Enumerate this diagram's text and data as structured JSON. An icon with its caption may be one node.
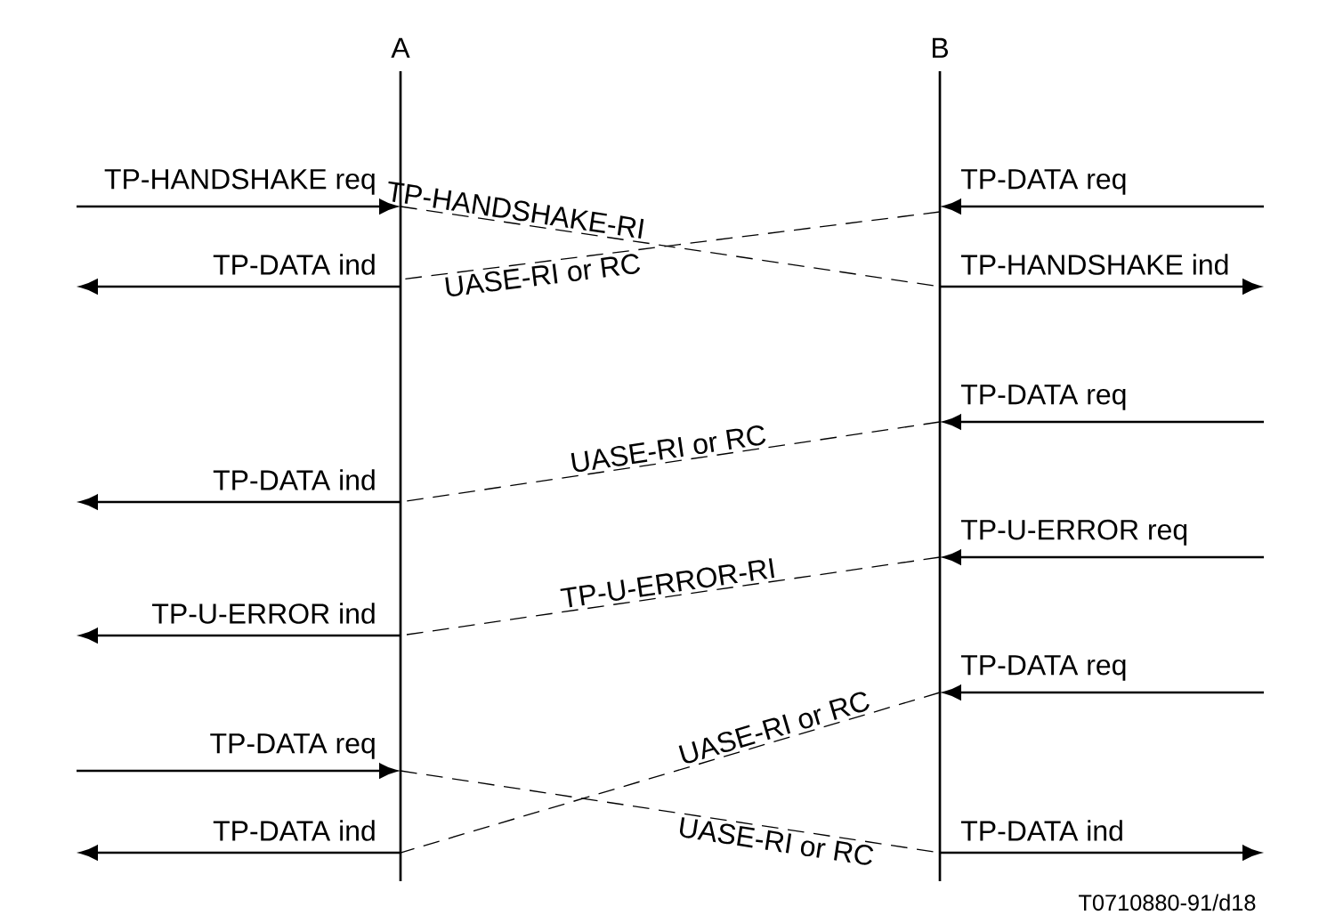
{
  "diagram": {
    "nodes": [
      {
        "text": [
          "A"
        ]
      },
      {
        "text": [
          "B"
        ]
      }
    ],
    "edges": [
      {
        "from": null,
        "to": 0,
        "arrow": "to",
        "label": "TP-HANDSHAKE req"
      },
      {
        "from": 0,
        "to": null,
        "arrow": "to",
        "label": "TP-DATA ind"
      },
      {
        "from": null,
        "to": 1,
        "arrow": "to",
        "label": "TP-DATA req"
      },
      {
        "from": 1,
        "to": null,
        "arrow": "to",
        "label": "TP-HANDSHAKE ind"
      },
      {
        "from": 0,
        "to": 1,
        "arrow": "none",
        "style": "dashed",
        "label": "TP-HANDSHAKE-RI"
      },
      {
        "from": 1,
        "to": 0,
        "arrow": "none",
        "style": "dashed",
        "label": "UASE-RI or RC"
      },
      {
        "from": null,
        "to": 1,
        "arrow": "to",
        "label": "TP-DATA req"
      },
      {
        "from": 1,
        "to": 0,
        "arrow": "none",
        "style": "dashed",
        "label": "UASE-RI or RC"
      },
      {
        "from": 0,
        "to": null,
        "arrow": "to",
        "label": "TP-DATA ind"
      },
      {
        "from": null,
        "to": 1,
        "arrow": "to",
        "label": "TP-U-ERROR req"
      },
      {
        "from": 1,
        "to": 0,
        "arrow": "none",
        "style": "dashed",
        "label": "TP-U-ERROR-RI"
      },
      {
        "from": 0,
        "to": null,
        "arrow": "to",
        "label": "TP-U-ERROR ind"
      },
      {
        "from": null,
        "to": 1,
        "arrow": "to",
        "label": "TP-DATA req"
      },
      {
        "from": null,
        "to": 0,
        "arrow": "to",
        "label": "TP-DATA req"
      },
      {
        "from": 1,
        "to": 0,
        "arrow": "none",
        "style": "dashed",
        "label": "UASE-RI or RC"
      },
      {
        "from": 0,
        "to": 1,
        "arrow": "none",
        "style": "dashed",
        "label": "UASE-RI or RC"
      },
      {
        "from": 0,
        "to": null,
        "arrow": "to",
        "label": "TP-DATA ind"
      },
      {
        "from": 1,
        "to": null,
        "arrow": "to",
        "label": "TP-DATA ind"
      }
    ],
    "labels": [
      "T0710880-91/d18"
    ]
  }
}
